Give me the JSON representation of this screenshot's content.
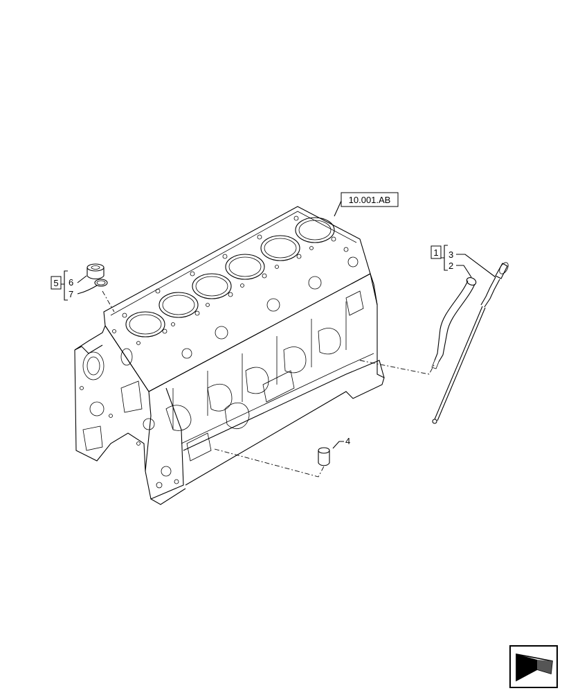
{
  "drawing": {
    "reference_box": "10.001.AB",
    "callouts": {
      "c1": "1",
      "c2": "2",
      "c3": "3",
      "c4": "4",
      "c5": "5",
      "c6": "6",
      "c7": "7"
    },
    "parts": [
      "engine-block",
      "oil-dipstick-tube",
      "oil-dipstick",
      "plug",
      "sealing-ring",
      "cap"
    ],
    "nav_icon": "arrow-navigation-icon"
  }
}
